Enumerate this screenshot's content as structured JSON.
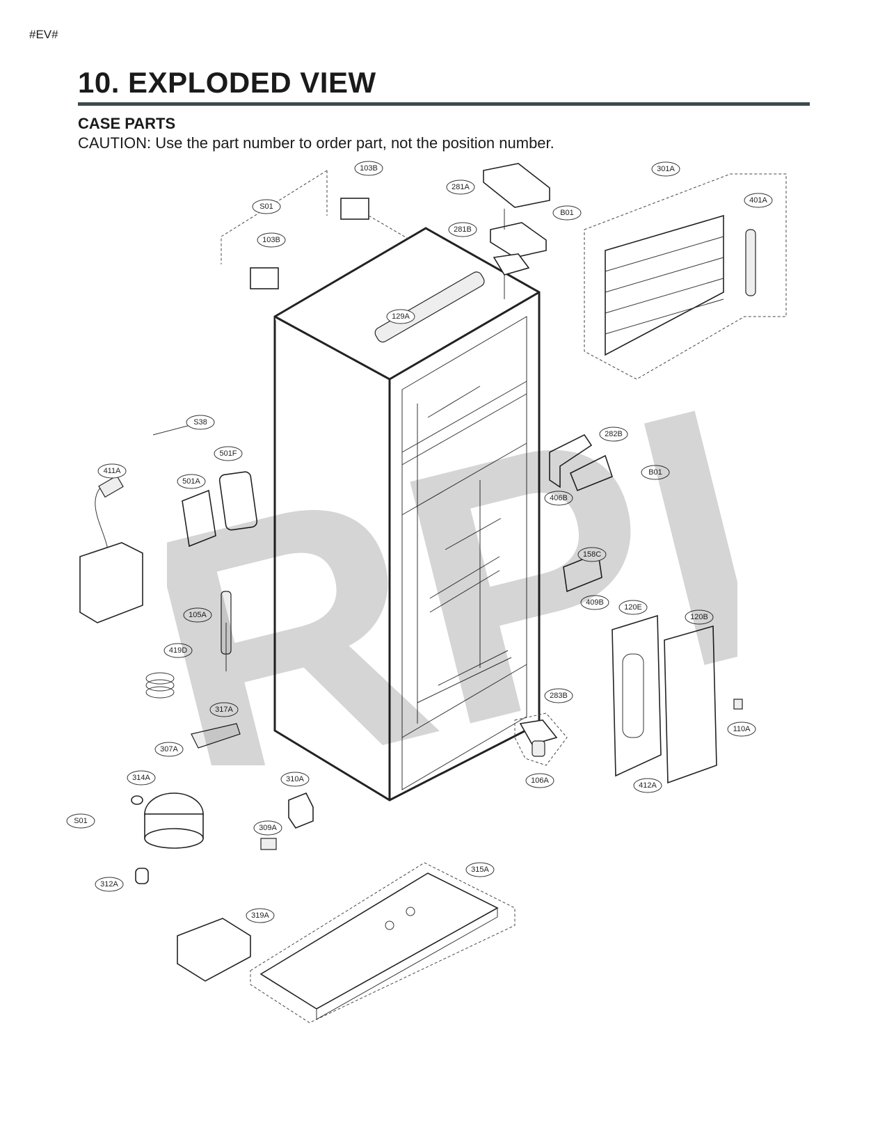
{
  "header": {
    "tag": "#EV#",
    "title": "10. EXPLODED VIEW",
    "subtitle": "CASE PARTS",
    "caution": "CAUTION: Use the part number to order part, not the position number."
  },
  "watermark": "RPI",
  "callouts": [
    {
      "id": "c1",
      "label": "103B"
    },
    {
      "id": "c2",
      "label": "S01"
    },
    {
      "id": "c3",
      "label": "103B"
    },
    {
      "id": "c4",
      "label": "281A"
    },
    {
      "id": "c5",
      "label": "B01"
    },
    {
      "id": "c6",
      "label": "281B"
    },
    {
      "id": "c7",
      "label": "301A"
    },
    {
      "id": "c8",
      "label": "401A"
    },
    {
      "id": "c9",
      "label": "129A"
    },
    {
      "id": "c10",
      "label": "S38"
    },
    {
      "id": "c11",
      "label": "501F"
    },
    {
      "id": "c12",
      "label": "411A"
    },
    {
      "id": "c13",
      "label": "501A"
    },
    {
      "id": "c14",
      "label": "282B"
    },
    {
      "id": "c15",
      "label": "B01"
    },
    {
      "id": "c16",
      "label": "406B"
    },
    {
      "id": "c17",
      "label": "158C"
    },
    {
      "id": "c18",
      "label": "409B"
    },
    {
      "id": "c19",
      "label": "120E"
    },
    {
      "id": "c20",
      "label": "120B"
    },
    {
      "id": "c21",
      "label": "105A"
    },
    {
      "id": "c22",
      "label": "419D"
    },
    {
      "id": "c23",
      "label": "283B"
    },
    {
      "id": "c24",
      "label": "110A"
    },
    {
      "id": "c25",
      "label": "317A"
    },
    {
      "id": "c26",
      "label": "307A"
    },
    {
      "id": "c27",
      "label": "106A"
    },
    {
      "id": "c28",
      "label": "412A"
    },
    {
      "id": "c29",
      "label": "314A"
    },
    {
      "id": "c30",
      "label": "310A"
    },
    {
      "id": "c31",
      "label": "S01"
    },
    {
      "id": "c32",
      "label": "309A"
    },
    {
      "id": "c33",
      "label": "315A"
    },
    {
      "id": "c34",
      "label": "312A"
    },
    {
      "id": "c35",
      "label": "319A"
    }
  ]
}
